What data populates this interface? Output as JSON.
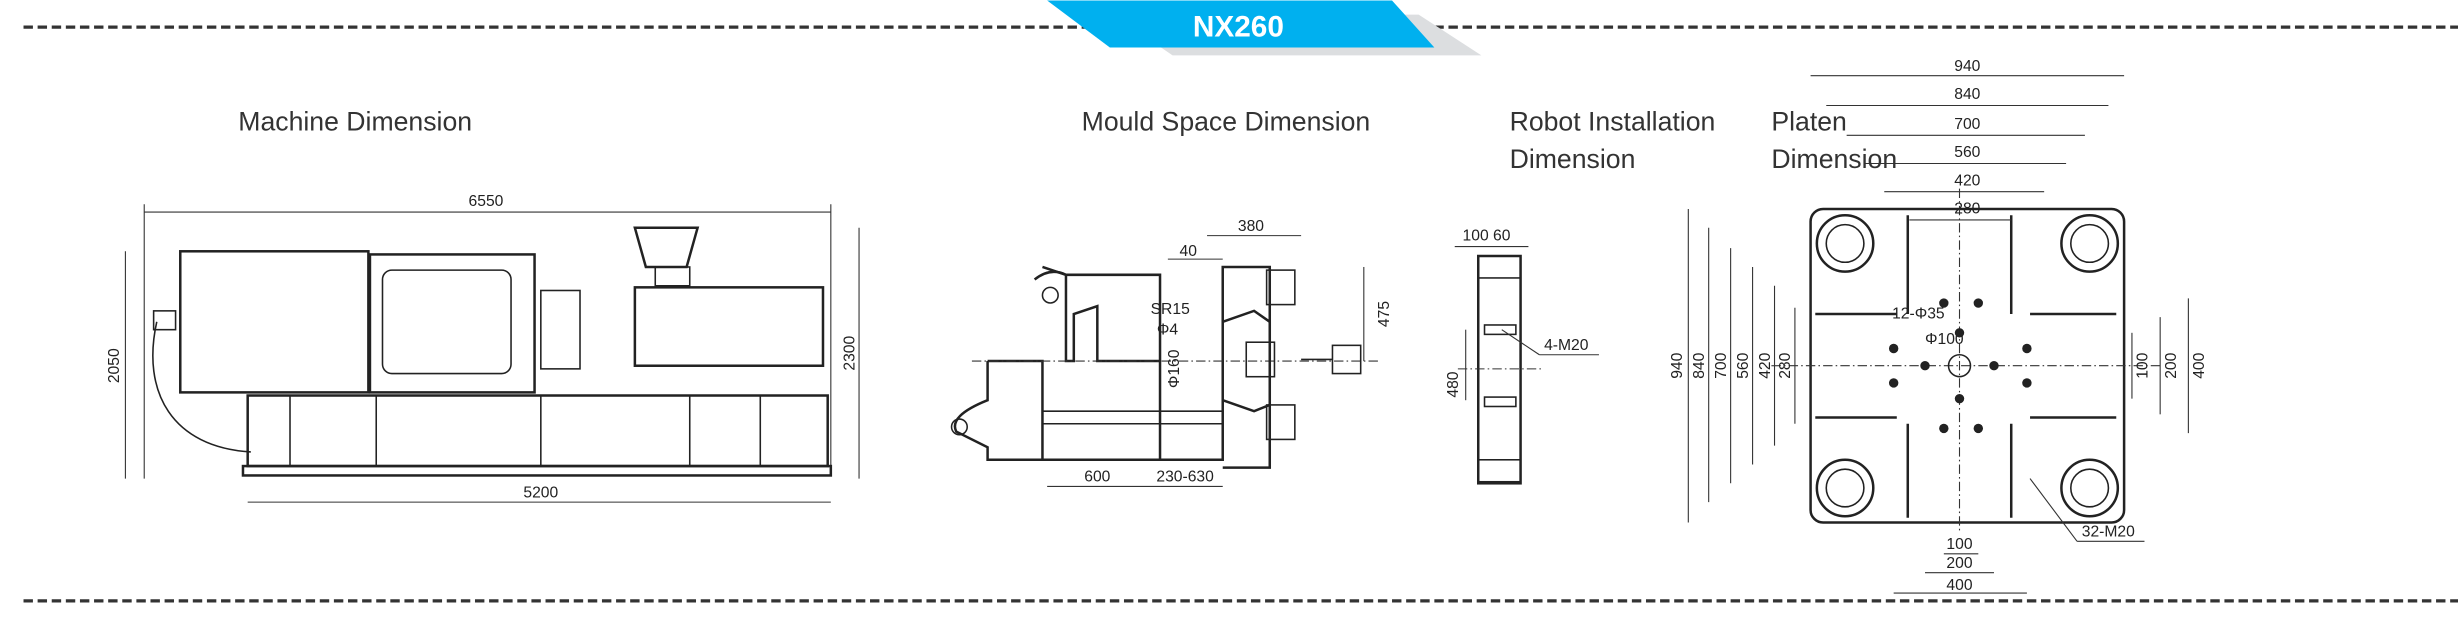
{
  "banner": {
    "model": "NX260",
    "color": "#00b0ef",
    "shadow_color": "#dcdee0"
  },
  "sections": {
    "machine": {
      "title": "Machine Dimension",
      "dims": {
        "overall_length": "6550",
        "base_length": "5200",
        "height": "2050",
        "overall_height": "2300"
      }
    },
    "mould": {
      "title": "Mould Space Dimension",
      "dims": {
        "d380": "380",
        "d40": "40",
        "sr15": "SR15",
        "phi4": "Φ4",
        "phi160": "Φ160",
        "d475": "475",
        "d600": "600",
        "d230_630": "230-630"
      }
    },
    "robot": {
      "title_line1": "Robot Installation",
      "title_line2": "Dimension",
      "dims": {
        "d100_60": "100 60",
        "m20": "4-M20",
        "d480": "480"
      }
    },
    "platen": {
      "title_line1": "Platen",
      "title_line2": "Dimension",
      "top_dims": [
        "940",
        "840",
        "700",
        "560",
        "420",
        "280"
      ],
      "left_dims": [
        "940",
        "840",
        "700",
        "560",
        "420",
        "280"
      ],
      "right_dims": [
        "100",
        "200",
        "400"
      ],
      "bottom_dims": [
        "100",
        "200",
        "400"
      ],
      "holes": "12-Φ35",
      "center": "Φ100",
      "threads": "32-M20"
    }
  }
}
